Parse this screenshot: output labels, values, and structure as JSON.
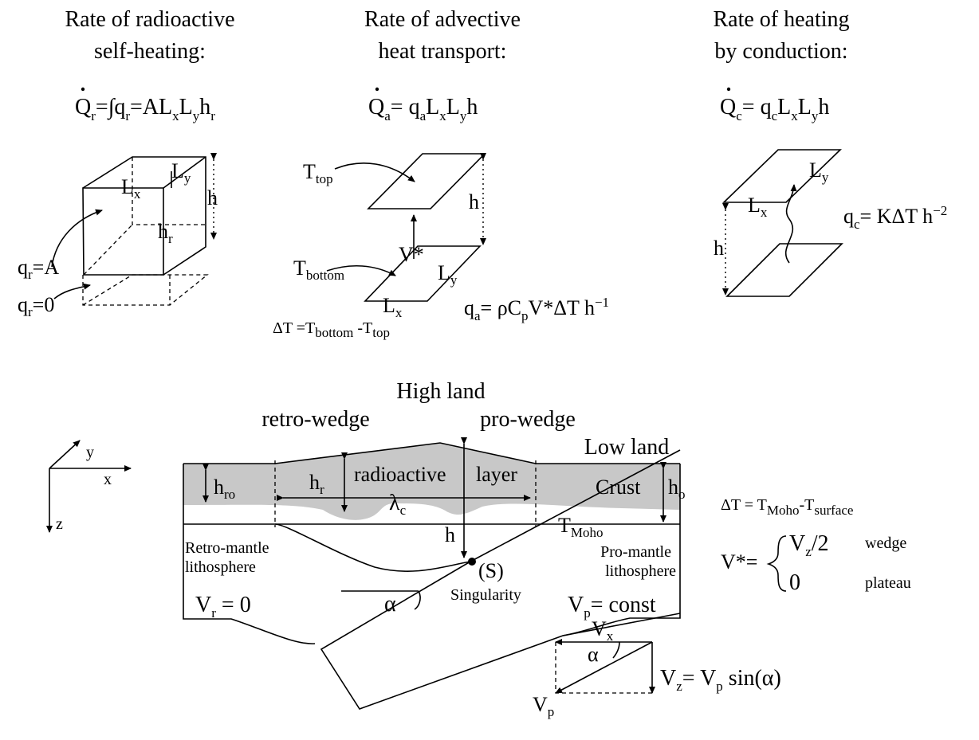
{
  "panels": {
    "radioactive": {
      "title_line1": "Rate of radioactive",
      "title_line2": "self-heating:",
      "eq_sym": "Q",
      "eq_sub": "r",
      "eq_rest_1": "=∫q",
      "eq_rest_1_sub": "r",
      "eq_rest_2": "=AL",
      "eq_rest_2_sub": "x",
      "eq_rest_3": "L",
      "eq_rest_3_sub": "y",
      "eq_rest_4": "h",
      "eq_rest_4_sub": "r",
      "label_Ly": "L",
      "label_Ly_sub": "y",
      "label_Lx": "L",
      "label_Lx_sub": "x",
      "label_h": "h",
      "label_hr": "h",
      "label_hr_sub": "r",
      "label_qA": "q",
      "label_qA_sub": "r",
      "label_qA_rest": "=A",
      "label_q0": "q",
      "label_q0_sub": "r",
      "label_q0_rest": "=0"
    },
    "advective": {
      "title_line1": "Rate of advective",
      "title_line2": "heat transport:",
      "eq_sym": "Q",
      "eq_sub": "a",
      "eq_rest_1": "= q",
      "eq_rest_1_sub": "a",
      "eq_rest_2": "L",
      "eq_rest_2_sub": "x",
      "eq_rest_3": "L",
      "eq_rest_3_sub": "y",
      "eq_rest_4": "h",
      "label_Ttop": "T",
      "label_Ttop_sub": "top",
      "label_h": "h",
      "label_V": "V*",
      "label_Tbottom": "T",
      "label_Tbottom_sub": "bottom",
      "label_Ly": "L",
      "label_Ly_sub": "y",
      "label_Lx": "L",
      "label_Lx_sub": "x",
      "dT_1": "ΔT =T",
      "dT_1_sub": "bottom",
      "dT_2": " -T",
      "dT_2_sub": "top",
      "qa_1": "q",
      "qa_1_sub": "a",
      "qa_2": "= ρC",
      "qa_2_sub": "p",
      "qa_3": "V*ΔT h",
      "qa_3_sup": "−1"
    },
    "conduction": {
      "title_line1": "Rate of heating",
      "title_line2": "by conduction:",
      "eq_sym": "Q",
      "eq_sub": "c",
      "eq_rest_1": "= q",
      "eq_rest_1_sub": "c",
      "eq_rest_2": "L",
      "eq_rest_2_sub": "x",
      "eq_rest_3": "L",
      "eq_rest_3_sub": "y",
      "eq_rest_4": "h",
      "label_Ly": "L",
      "label_Ly_sub": "y",
      "label_Lx": "L",
      "label_Lx_sub": "x",
      "label_h": "h",
      "qc_1": "q",
      "qc_1_sub": "c",
      "qc_2": "= KΔT h",
      "qc_2_sup": "−2"
    }
  },
  "section": {
    "high_land": "High land",
    "retro_wedge": "retro-wedge",
    "pro_wedge": "pro-wedge",
    "low_land": "Low land",
    "axis_y": "y",
    "axis_x": "x",
    "axis_z": "z",
    "h_ro": "h",
    "h_ro_sub": "ro",
    "h_r": "h",
    "h_r_sub": "r",
    "radioactive": "radioactive",
    "layer": "layer",
    "crust": "Crust",
    "h_o": "h",
    "h_o_sub": "o",
    "lambda": "λ",
    "lambda_sub": "c",
    "h": "h",
    "t_moho": "T",
    "t_moho_sub": "Moho",
    "retro_mantle_1": "Retro-mantle",
    "retro_mantle_2": "lithosphere",
    "pro_mantle_1": "Pro-mantle",
    "pro_mantle_2": "lithosphere",
    "s": "(S)",
    "singularity": "Singularity",
    "vr_1": "V",
    "vr_1_sub": "r",
    "vr_2": " = 0",
    "vp_1": "V",
    "vp_1_sub": "p",
    "vp_2": "= const",
    "alpha": "α",
    "dT_1": "ΔT = T",
    "dT_1_sub": "Moho",
    "dT_2": "-T",
    "dT_2_sub": "surface",
    "vstar": "V*=",
    "vz2_1": "V",
    "vz2_1_sub": "z",
    "vz2_2": "/2",
    "wedge": "wedge",
    "zero": "0",
    "plateau": "plateau",
    "vx": "V",
    "vx_sub": "x",
    "alpha2": "α",
    "vz_1": "V",
    "vz_1_sub": "z",
    "vz_2": "= V",
    "vz_2_sub": "p",
    "vz_3": " sin(α)",
    "vp": "V",
    "vp_sub": "p"
  },
  "colors": {
    "crust_fill": "#c8c8c8",
    "ink": "#000000"
  }
}
